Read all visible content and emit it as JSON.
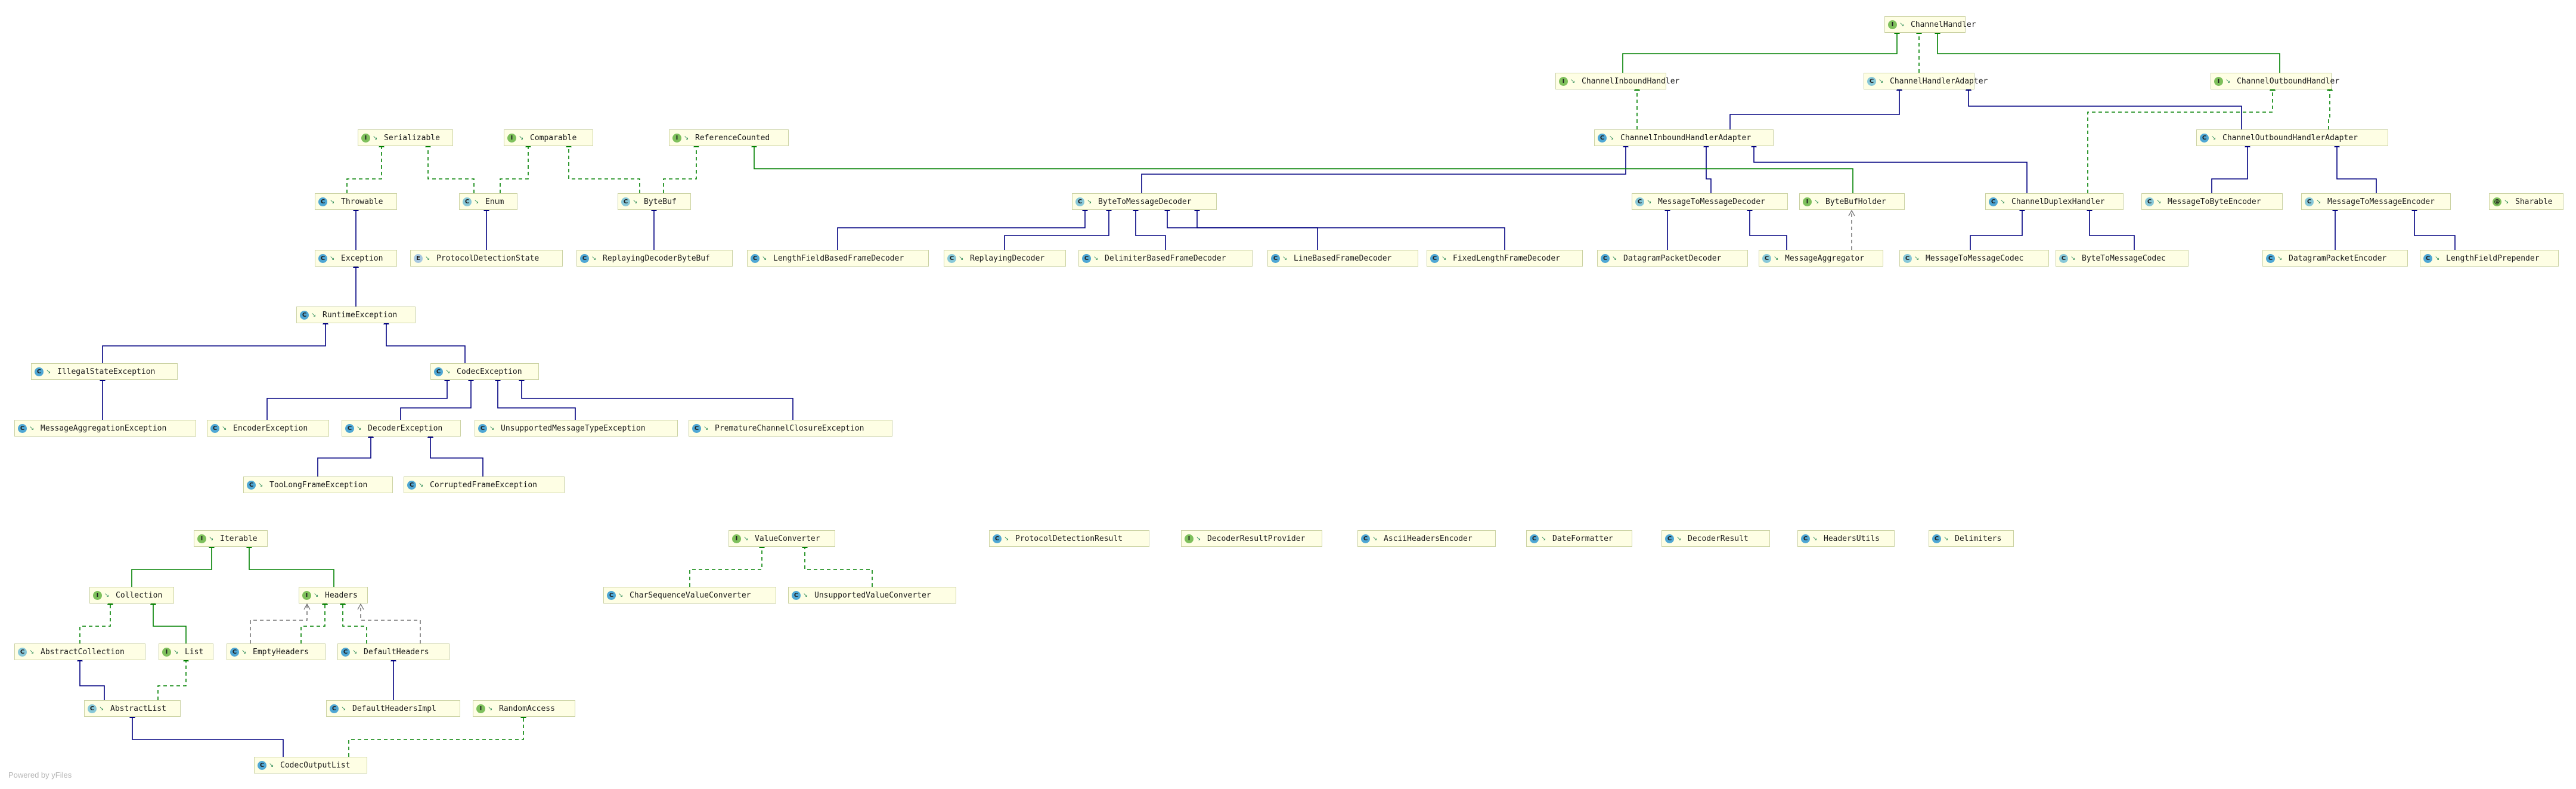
{
  "diagram": {
    "footer": "Powered by yFiles",
    "colors": {
      "extends": "#000080",
      "implements": "#008000",
      "node_fill": "#fefee4",
      "node_border": "#cbd2a3"
    },
    "nodes": [
      {
        "id": "channel_handler",
        "label": "ChannelHandler",
        "kind": "interface"
      },
      {
        "id": "channel_inbound_handler",
        "label": "ChannelInboundHandler",
        "kind": "interface"
      },
      {
        "id": "channel_handler_adapter",
        "label": "ChannelHandlerAdapter",
        "kind": "abstract"
      },
      {
        "id": "channel_outbound_handler",
        "label": "ChannelOutboundHandler",
        "kind": "interface"
      },
      {
        "id": "channel_inbound_handler_adapter",
        "label": "ChannelInboundHandlerAdapter",
        "kind": "class"
      },
      {
        "id": "channel_outbound_handler_adapter",
        "label": "ChannelOutboundHandlerAdapter",
        "kind": "class"
      },
      {
        "id": "serializable",
        "label": "Serializable",
        "kind": "interface"
      },
      {
        "id": "comparable",
        "label": "Comparable",
        "kind": "interface"
      },
      {
        "id": "reference_counted",
        "label": "ReferenceCounted",
        "kind": "interface"
      },
      {
        "id": "throwable",
        "label": "Throwable",
        "kind": "class"
      },
      {
        "id": "enum",
        "label": "Enum",
        "kind": "abstract"
      },
      {
        "id": "byte_buf",
        "label": "ByteBuf",
        "kind": "abstract"
      },
      {
        "id": "byte_to_message_decoder",
        "label": "ByteToMessageDecoder",
        "kind": "abstract"
      },
      {
        "id": "message_to_message_decoder",
        "label": "MessageToMessageDecoder",
        "kind": "abstract"
      },
      {
        "id": "byte_buf_holder",
        "label": "ByteBufHolder",
        "kind": "interface"
      },
      {
        "id": "channel_duplex_handler",
        "label": "ChannelDuplexHandler",
        "kind": "class"
      },
      {
        "id": "message_to_byte_encoder",
        "label": "MessageToByteEncoder",
        "kind": "abstract"
      },
      {
        "id": "message_to_message_encoder",
        "label": "MessageToMessageEncoder",
        "kind": "abstract"
      },
      {
        "id": "sharable",
        "label": "Sharable",
        "kind": "annotation"
      },
      {
        "id": "exception",
        "label": "Exception",
        "kind": "class"
      },
      {
        "id": "protocol_detection_state",
        "label": "ProtocolDetectionState",
        "kind": "enum"
      },
      {
        "id": "replaying_decoder_byte_buf",
        "label": "ReplayingDecoderByteBuf",
        "kind": "class"
      },
      {
        "id": "length_field_based_frame_decoder",
        "label": "LengthFieldBasedFrameDecoder",
        "kind": "class"
      },
      {
        "id": "replaying_decoder",
        "label": "ReplayingDecoder",
        "kind": "abstract"
      },
      {
        "id": "delimiter_based_frame_decoder",
        "label": "DelimiterBasedFrameDecoder",
        "kind": "class"
      },
      {
        "id": "line_based_frame_decoder",
        "label": "LineBasedFrameDecoder",
        "kind": "class"
      },
      {
        "id": "fixed_length_frame_decoder",
        "label": "FixedLengthFrameDecoder",
        "kind": "class"
      },
      {
        "id": "datagram_packet_decoder",
        "label": "DatagramPacketDecoder",
        "kind": "class"
      },
      {
        "id": "message_aggregator",
        "label": "MessageAggregator",
        "kind": "abstract"
      },
      {
        "id": "message_to_message_codec",
        "label": "MessageToMessageCodec",
        "kind": "abstract"
      },
      {
        "id": "byte_to_message_codec",
        "label": "ByteToMessageCodec",
        "kind": "abstract"
      },
      {
        "id": "datagram_packet_encoder",
        "label": "DatagramPacketEncoder",
        "kind": "class"
      },
      {
        "id": "length_field_prepender",
        "label": "LengthFieldPrepender",
        "kind": "class"
      },
      {
        "id": "runtime_exception",
        "label": "RuntimeException",
        "kind": "class"
      },
      {
        "id": "illegal_state_exception",
        "label": "IllegalStateException",
        "kind": "class"
      },
      {
        "id": "codec_exception",
        "label": "CodecException",
        "kind": "class"
      },
      {
        "id": "message_aggregation_exception",
        "label": "MessageAggregationException",
        "kind": "class"
      },
      {
        "id": "encoder_exception",
        "label": "EncoderException",
        "kind": "class"
      },
      {
        "id": "decoder_exception",
        "label": "DecoderException",
        "kind": "class"
      },
      {
        "id": "unsupported_message_type_exception",
        "label": "UnsupportedMessageTypeException",
        "kind": "class"
      },
      {
        "id": "premature_channel_closure_exception",
        "label": "PrematureChannelClosureException",
        "kind": "class"
      },
      {
        "id": "too_long_frame_exception",
        "label": "TooLongFrameException",
        "kind": "class"
      },
      {
        "id": "corrupted_frame_exception",
        "label": "CorruptedFrameException",
        "kind": "class"
      },
      {
        "id": "iterable",
        "label": "Iterable",
        "kind": "interface"
      },
      {
        "id": "value_converter",
        "label": "ValueConverter",
        "kind": "interface"
      },
      {
        "id": "protocol_detection_result",
        "label": "ProtocolDetectionResult",
        "kind": "class"
      },
      {
        "id": "decoder_result_provider",
        "label": "DecoderResultProvider",
        "kind": "interface"
      },
      {
        "id": "ascii_headers_encoder",
        "label": "AsciiHeadersEncoder",
        "kind": "class"
      },
      {
        "id": "date_formatter",
        "label": "DateFormatter",
        "kind": "class"
      },
      {
        "id": "decoder_result",
        "label": "DecoderResult",
        "kind": "class"
      },
      {
        "id": "headers_utils",
        "label": "HeadersUtils",
        "kind": "class"
      },
      {
        "id": "delimiters",
        "label": "Delimiters",
        "kind": "class"
      },
      {
        "id": "collection",
        "label": "Collection",
        "kind": "interface"
      },
      {
        "id": "headers",
        "label": "Headers",
        "kind": "interface"
      },
      {
        "id": "char_sequence_value_converter",
        "label": "CharSequenceValueConverter",
        "kind": "class"
      },
      {
        "id": "unsupported_value_converter",
        "label": "UnsupportedValueConverter",
        "kind": "class"
      },
      {
        "id": "abstract_collection",
        "label": "AbstractCollection",
        "kind": "abstract"
      },
      {
        "id": "list",
        "label": "List",
        "kind": "interface"
      },
      {
        "id": "empty_headers",
        "label": "EmptyHeaders",
        "kind": "class"
      },
      {
        "id": "default_headers",
        "label": "DefaultHeaders",
        "kind": "class"
      },
      {
        "id": "abstract_list",
        "label": "AbstractList",
        "kind": "abstract"
      },
      {
        "id": "default_headers_impl",
        "label": "DefaultHeadersImpl",
        "kind": "class"
      },
      {
        "id": "random_access",
        "label": "RandomAccess",
        "kind": "interface"
      },
      {
        "id": "codec_output_list",
        "label": "CodecOutputList",
        "kind": "class"
      }
    ]
  }
}
